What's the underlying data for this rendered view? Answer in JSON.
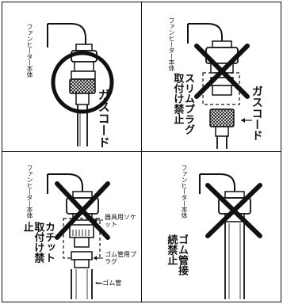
{
  "panel1": {
    "heater_label": "ファンヒーター本体",
    "hose_label": "ガスコード"
  },
  "panel2": {
    "heater_label": "ファンヒーター本体",
    "warning_label": "スリムプラグ取付け禁止",
    "hose_label": "ガスコード"
  },
  "panel3": {
    "heater_label": "ファンヒーター本体",
    "warning_label": "カチット取付け禁止",
    "socket_label": "器具用ソケット",
    "plug_label": "ゴム管用プラグ",
    "tube_label": "← ゴム管"
  },
  "panel4": {
    "heater_label": "ファンヒーター本体",
    "warning_label": "ゴム管接続禁止"
  }
}
